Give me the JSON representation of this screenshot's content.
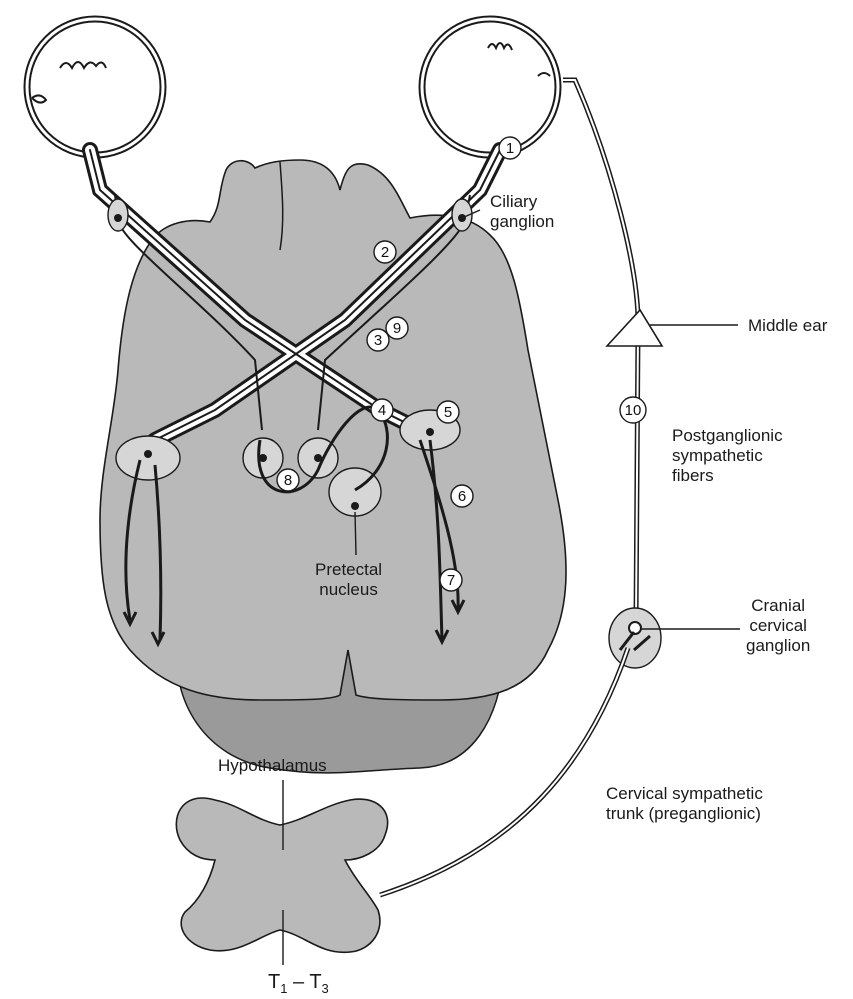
{
  "labels": {
    "ciliary_ganglion": [
      "Ciliary",
      "ganglion"
    ],
    "middle_ear": "Middle ear",
    "postganglionic": [
      "Postganglionic",
      "sympathetic",
      "fibers"
    ],
    "pretectal_nucleus": [
      "Pretectal",
      "nucleus"
    ],
    "cranial_cervical_ganglion": [
      "Cranial",
      "cervical",
      "ganglion"
    ],
    "hypothalamus": "Hypothalamus",
    "cervical_trunk": [
      "Cervical sympathetic",
      "trunk (preganglionic)"
    ],
    "spinal_segments": {
      "t": "T",
      "first": "1",
      "dash": " – ",
      "last": "3"
    }
  },
  "markers": [
    {
      "number": "1"
    },
    {
      "number": "2"
    },
    {
      "number": "3"
    },
    {
      "number": "4"
    },
    {
      "number": "5"
    },
    {
      "number": "6"
    },
    {
      "number": "7"
    },
    {
      "number": "8"
    },
    {
      "number": "9"
    },
    {
      "number": "10"
    }
  ],
  "colors": {
    "brain_fill": "#b9b9b9",
    "brain_dark": "#9a9a9a",
    "outline": "#1a1a1a",
    "nucleus_fill": "#d6d6d6",
    "marker_fill": "#ffffff"
  }
}
